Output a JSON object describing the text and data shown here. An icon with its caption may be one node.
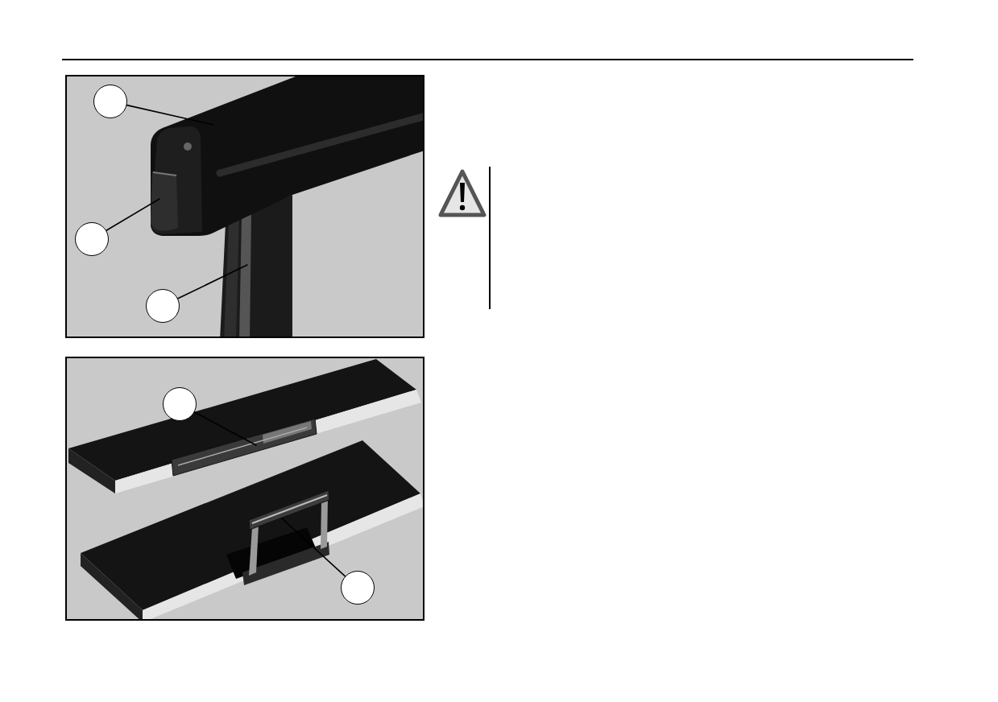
{
  "diagram": {
    "nodes": [
      {
        "text": [],
        "shape": "circle"
      },
      {
        "text": [],
        "shape": "circle"
      },
      {
        "text": [],
        "shape": "circle"
      },
      {
        "text": [],
        "shape": "circle"
      },
      {
        "text": [],
        "shape": "circle"
      }
    ],
    "edges": [
      {
        "from": 0,
        "to": null,
        "arrow": "none"
      },
      {
        "from": 1,
        "to": null,
        "arrow": "none"
      },
      {
        "from": 2,
        "to": null,
        "arrow": "none"
      },
      {
        "from": 3,
        "to": null,
        "arrow": "none"
      },
      {
        "from": 4,
        "to": null,
        "arrow": "none"
      }
    ]
  }
}
